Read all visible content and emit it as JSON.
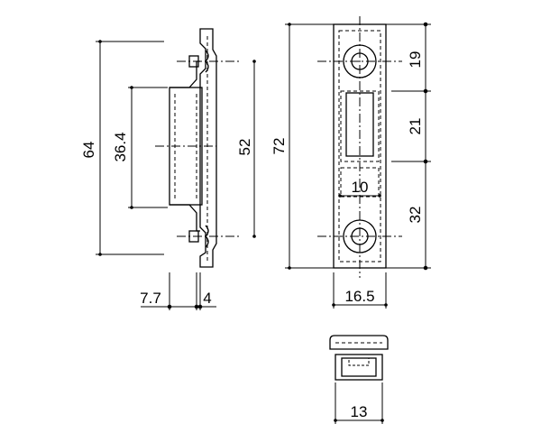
{
  "dimensions": {
    "side_height_overall": "64",
    "side_spacing_inner": "36.4",
    "side_spacing_holes": "52",
    "side_depth_base": "7.7",
    "side_depth_plate": "4",
    "front_height_overall": "72",
    "front_segment_top": "19",
    "front_segment_middle": "21",
    "front_segment_bottom": "32",
    "front_slot_width": "10",
    "front_width": "16.5",
    "bottom_width": "13"
  },
  "colors": {
    "line": "#000000",
    "hidden": "#000000",
    "background": "#ffffff"
  }
}
